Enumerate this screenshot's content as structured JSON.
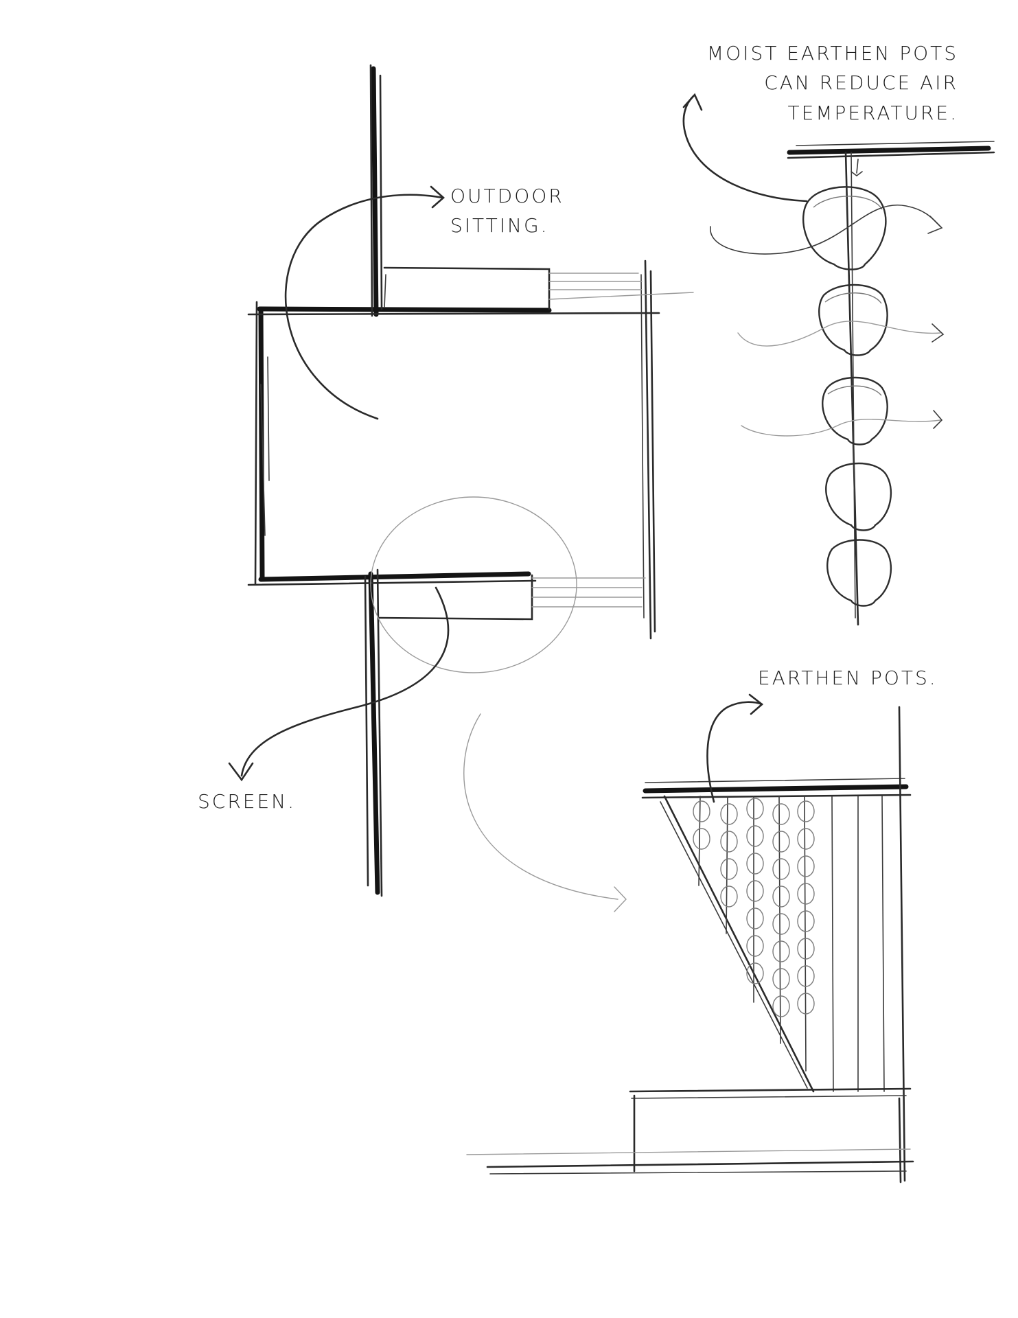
{
  "annotations": {
    "moist_pots": [
      "MOIST EARTHEN POTS",
      "CAN REDUCE AIR",
      "TEMPERATURE."
    ],
    "outdoor": [
      "OUTDOOR",
      "SITTING."
    ],
    "screen": "SCREEN.",
    "earthen_pots": "EARTHEN POTS."
  },
  "colors": {
    "paper": "#ffffff",
    "pencil": "#1c1c1c"
  }
}
